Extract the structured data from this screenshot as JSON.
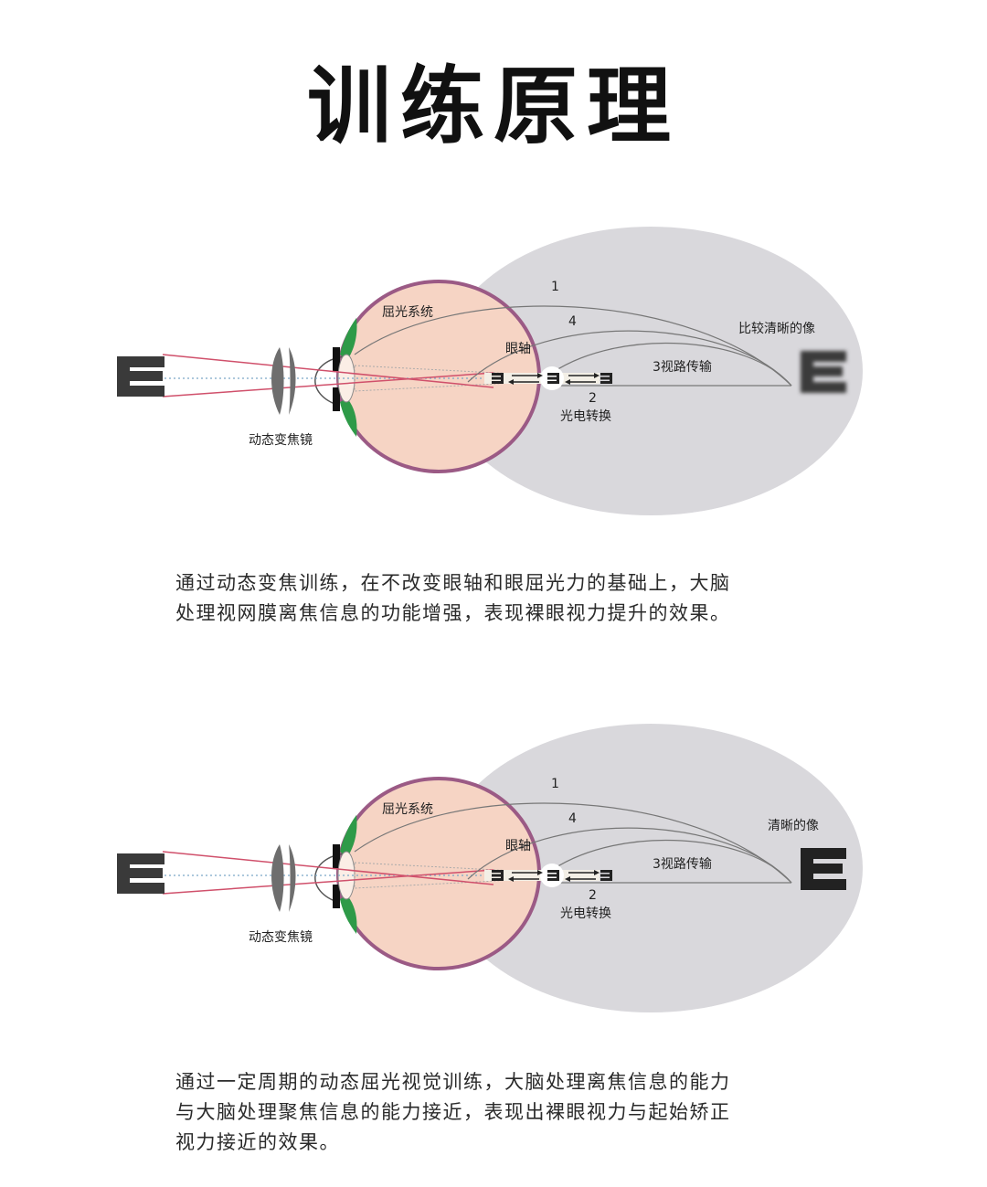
{
  "title": "训练原理",
  "diagram1": {
    "labels": {
      "refraction": "屈光系统",
      "axis": "眼轴",
      "path1": "1",
      "path4": "4",
      "visual_path": "3视路传输",
      "path2": "2",
      "photo": "光电转换",
      "lens": "动态变焦镜",
      "result": "比较清晰的像"
    }
  },
  "caption1": [
    "通过动态变焦训练，在不改变眼轴和眼屈光力的基础上，大脑",
    "处理视网膜离焦信息的功能增强，表现裸眼视力提升的效果。"
  ],
  "diagram2": {
    "labels": {
      "refraction": "屈光系统",
      "axis": "眼轴",
      "path1": "1",
      "path4": "4",
      "visual_path": "3视路传输",
      "path2": "2",
      "photo": "光电转换",
      "lens": "动态变焦镜",
      "result": "清晰的像"
    }
  },
  "caption2": [
    "通过一定周期的动态屈光视觉训练，大脑处理离焦信息的能力",
    "与大脑处理聚焦信息的能力接近，表现出裸眼视力与起始矫正",
    "视力接近的效果。"
  ],
  "colors": {
    "brain": "#d9d8dc",
    "eye_fill": "#f6d4c4",
    "eye_border": "#9b5a85",
    "ciliary": "#2e9a48",
    "ray": "#d0506b"
  },
  "icons": {
    "chart_letter": "E-optotype",
    "image_letter": "reversed-E-optotype",
    "arrows": "bidirectional-arrow-icon"
  }
}
